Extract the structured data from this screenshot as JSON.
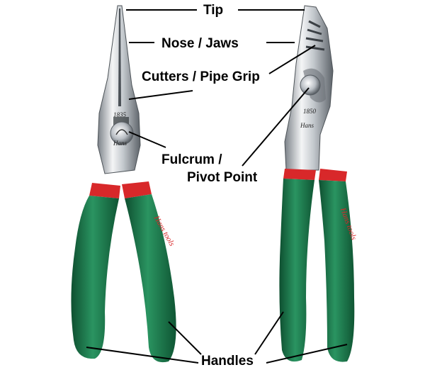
{
  "labels": {
    "tip": "Tip",
    "nose_jaws": "Nose / Jaws",
    "cutters_pipe_grip": "Cutters / Pipe Grip",
    "fulcrum_line1": "Fulcrum /",
    "fulcrum_line2": "Pivot Point",
    "handles": "Handles"
  },
  "tool_markings": {
    "left_model": "1835",
    "right_model": "1850",
    "brand": "Hans",
    "left_handle_text": "Hans tools",
    "right_handle_text": "Hans tools"
  },
  "colors": {
    "handle_green": "#1e7a4e",
    "handle_green_dark": "#0f5533",
    "grip_red": "#d8282a",
    "steel_light": "#eef0f2",
    "steel_mid": "#b9bec4",
    "steel_dark": "#6c7278",
    "leader_line": "#000000"
  }
}
